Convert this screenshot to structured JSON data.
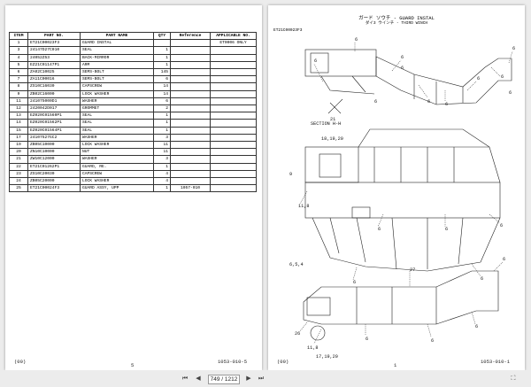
{
  "left_page": {
    "table": {
      "headers": [
        "ITEM",
        "PART NO.",
        "PART NAME",
        "QTY",
        "Reference",
        "APPLICABLE NO."
      ],
      "rows": [
        [
          "1",
          "ET21C00023F3",
          "GUARD INSTAL",
          "",
          "",
          "ET0006 ONLY"
        ],
        [
          "3",
          "24147D27C010",
          "SEAL",
          "1",
          "",
          ""
        ],
        [
          "4",
          "24052Z53",
          "BACK-MIRROR",
          "1",
          "",
          ""
        ],
        [
          "5",
          "EZ21C01147P1",
          "ARM",
          "1",
          "",
          ""
        ],
        [
          "6",
          "ZA02C10025",
          "SEMS-BOLT",
          "145",
          "",
          ""
        ],
        [
          "7",
          "ZA11C00016",
          "SEMS-BOLT",
          "6",
          "",
          ""
        ],
        [
          "8",
          "ZS10C16030",
          "CAPSCREW",
          "14",
          "",
          ""
        ],
        [
          "9",
          "ZB02C16000",
          "LOCK WASHER",
          "14",
          "",
          ""
        ],
        [
          "11",
          "241075000D1",
          "WASHER",
          "6",
          "",
          ""
        ],
        [
          "12",
          "2420042D017",
          "GROMMET",
          "2",
          "",
          ""
        ],
        [
          "13",
          "EZ020C01560P1",
          "SEAL",
          "1",
          "",
          ""
        ],
        [
          "14",
          "EZ020C01562P1",
          "SEAL",
          "1",
          "",
          ""
        ],
        [
          "15",
          "EZ020C01564P1",
          "SEAL",
          "1",
          "",
          ""
        ],
        [
          "17",
          "24107527GC2",
          "WASHER",
          "3",
          "",
          ""
        ],
        [
          "19",
          "ZB05C10000",
          "LOCK WASHER",
          "11",
          "",
          ""
        ],
        [
          "20",
          "ZN10C10000",
          "NUT",
          "11",
          "",
          ""
        ],
        [
          "21",
          "ZW10C12000",
          "WASHER",
          "3",
          "",
          ""
        ],
        [
          "22",
          "ET21C01262P1",
          "GUARD, RE.",
          "1",
          "",
          ""
        ],
        [
          "23",
          "ZS10C20030",
          "CAPSCREW",
          "4",
          "",
          ""
        ],
        [
          "24",
          "ZB05C20000",
          "LOCK WASHER",
          "4",
          "",
          ""
        ],
        [
          "25",
          "ET21C00024F3",
          "GUARD ASSY, UPP",
          "1",
          "1057-010",
          ""
        ]
      ]
    },
    "footer_left": "(00)",
    "page_number": "5",
    "footer_right": "1053-010-5"
  },
  "right_page": {
    "title_line1": "ガード ソウチ - GUARD INSTAL",
    "title_line2": "ダイ3 ウインチ - THIRD WINCH",
    "doc_id": "ET21C00023F3",
    "section_label": "SECTION H-H",
    "callouts": [
      "6",
      "6",
      "6",
      "6",
      "6",
      "6",
      "6",
      "6",
      "21",
      "18,19,20",
      "9",
      "11,8",
      "6,5,4",
      "6",
      "6",
      "6",
      "6",
      "27",
      "6",
      "6",
      "26",
      "11,8",
      "17,19,20",
      "6",
      "6",
      "6",
      "6",
      "6",
      "6"
    ],
    "footer_left": "(00)",
    "page_number": "1",
    "footer_right": "1053-010-1"
  },
  "toolbar": {
    "current_page": "749 / 1212",
    "total": ""
  }
}
